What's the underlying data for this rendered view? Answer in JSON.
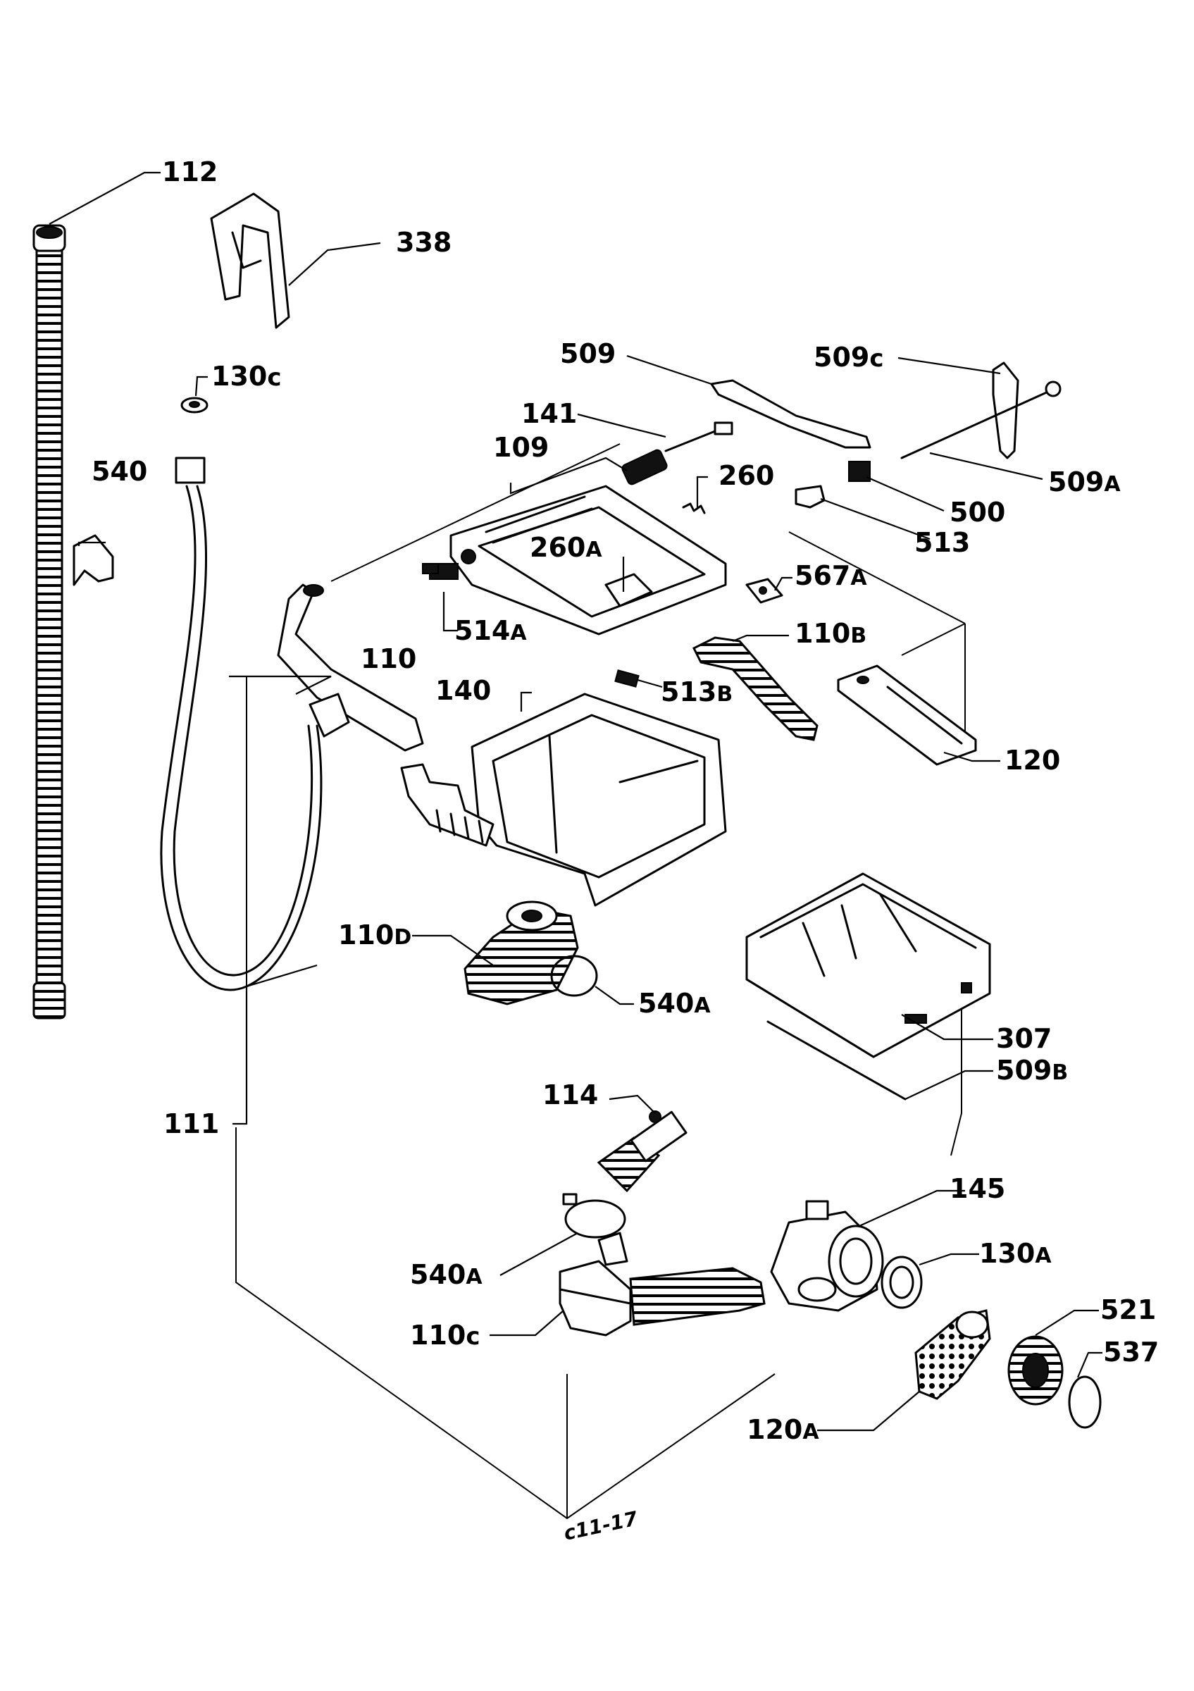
{
  "labels": [
    {
      "id": "p112",
      "main": "112",
      "sub": ""
    },
    {
      "id": "p338",
      "main": "338",
      "sub": ""
    },
    {
      "id": "p130c",
      "main": "130",
      "sub": "c"
    },
    {
      "id": "p540",
      "main": "540",
      "sub": ""
    },
    {
      "id": "p509",
      "main": "509",
      "sub": ""
    },
    {
      "id": "p509c",
      "main": "509",
      "sub": "c"
    },
    {
      "id": "p141",
      "main": "141",
      "sub": ""
    },
    {
      "id": "p109",
      "main": "109",
      "sub": ""
    },
    {
      "id": "p260",
      "main": "260",
      "sub": ""
    },
    {
      "id": "p509a",
      "main": "509",
      "sub": "A"
    },
    {
      "id": "p500",
      "main": "500",
      "sub": ""
    },
    {
      "id": "p513",
      "main": "513",
      "sub": ""
    },
    {
      "id": "p260a",
      "main": "260",
      "sub": "A"
    },
    {
      "id": "p567a",
      "main": "567",
      "sub": "A"
    },
    {
      "id": "p514a",
      "main": "514",
      "sub": "A"
    },
    {
      "id": "p110",
      "main": "110",
      "sub": ""
    },
    {
      "id": "p110b",
      "main": "110",
      "sub": "B"
    },
    {
      "id": "p140",
      "main": "140",
      "sub": ""
    },
    {
      "id": "p513b",
      "main": "513",
      "sub": "B"
    },
    {
      "id": "p120",
      "main": "120",
      "sub": ""
    },
    {
      "id": "p110d",
      "main": "110",
      "sub": "D"
    },
    {
      "id": "p540a1",
      "main": "540",
      "sub": "A"
    },
    {
      "id": "p307",
      "main": "307",
      "sub": ""
    },
    {
      "id": "p509b",
      "main": "509",
      "sub": "B"
    },
    {
      "id": "p111",
      "main": "111",
      "sub": ""
    },
    {
      "id": "p114",
      "main": "114",
      "sub": ""
    },
    {
      "id": "p145",
      "main": "145",
      "sub": ""
    },
    {
      "id": "p130a",
      "main": "130",
      "sub": "A"
    },
    {
      "id": "p540a2",
      "main": "540",
      "sub": "A"
    },
    {
      "id": "p521",
      "main": "521",
      "sub": ""
    },
    {
      "id": "p537",
      "main": "537",
      "sub": ""
    },
    {
      "id": "p110c",
      "main": "110",
      "sub": "c"
    },
    {
      "id": "p120a",
      "main": "120",
      "sub": "A"
    }
  ],
  "drawing_code": "c11-17"
}
